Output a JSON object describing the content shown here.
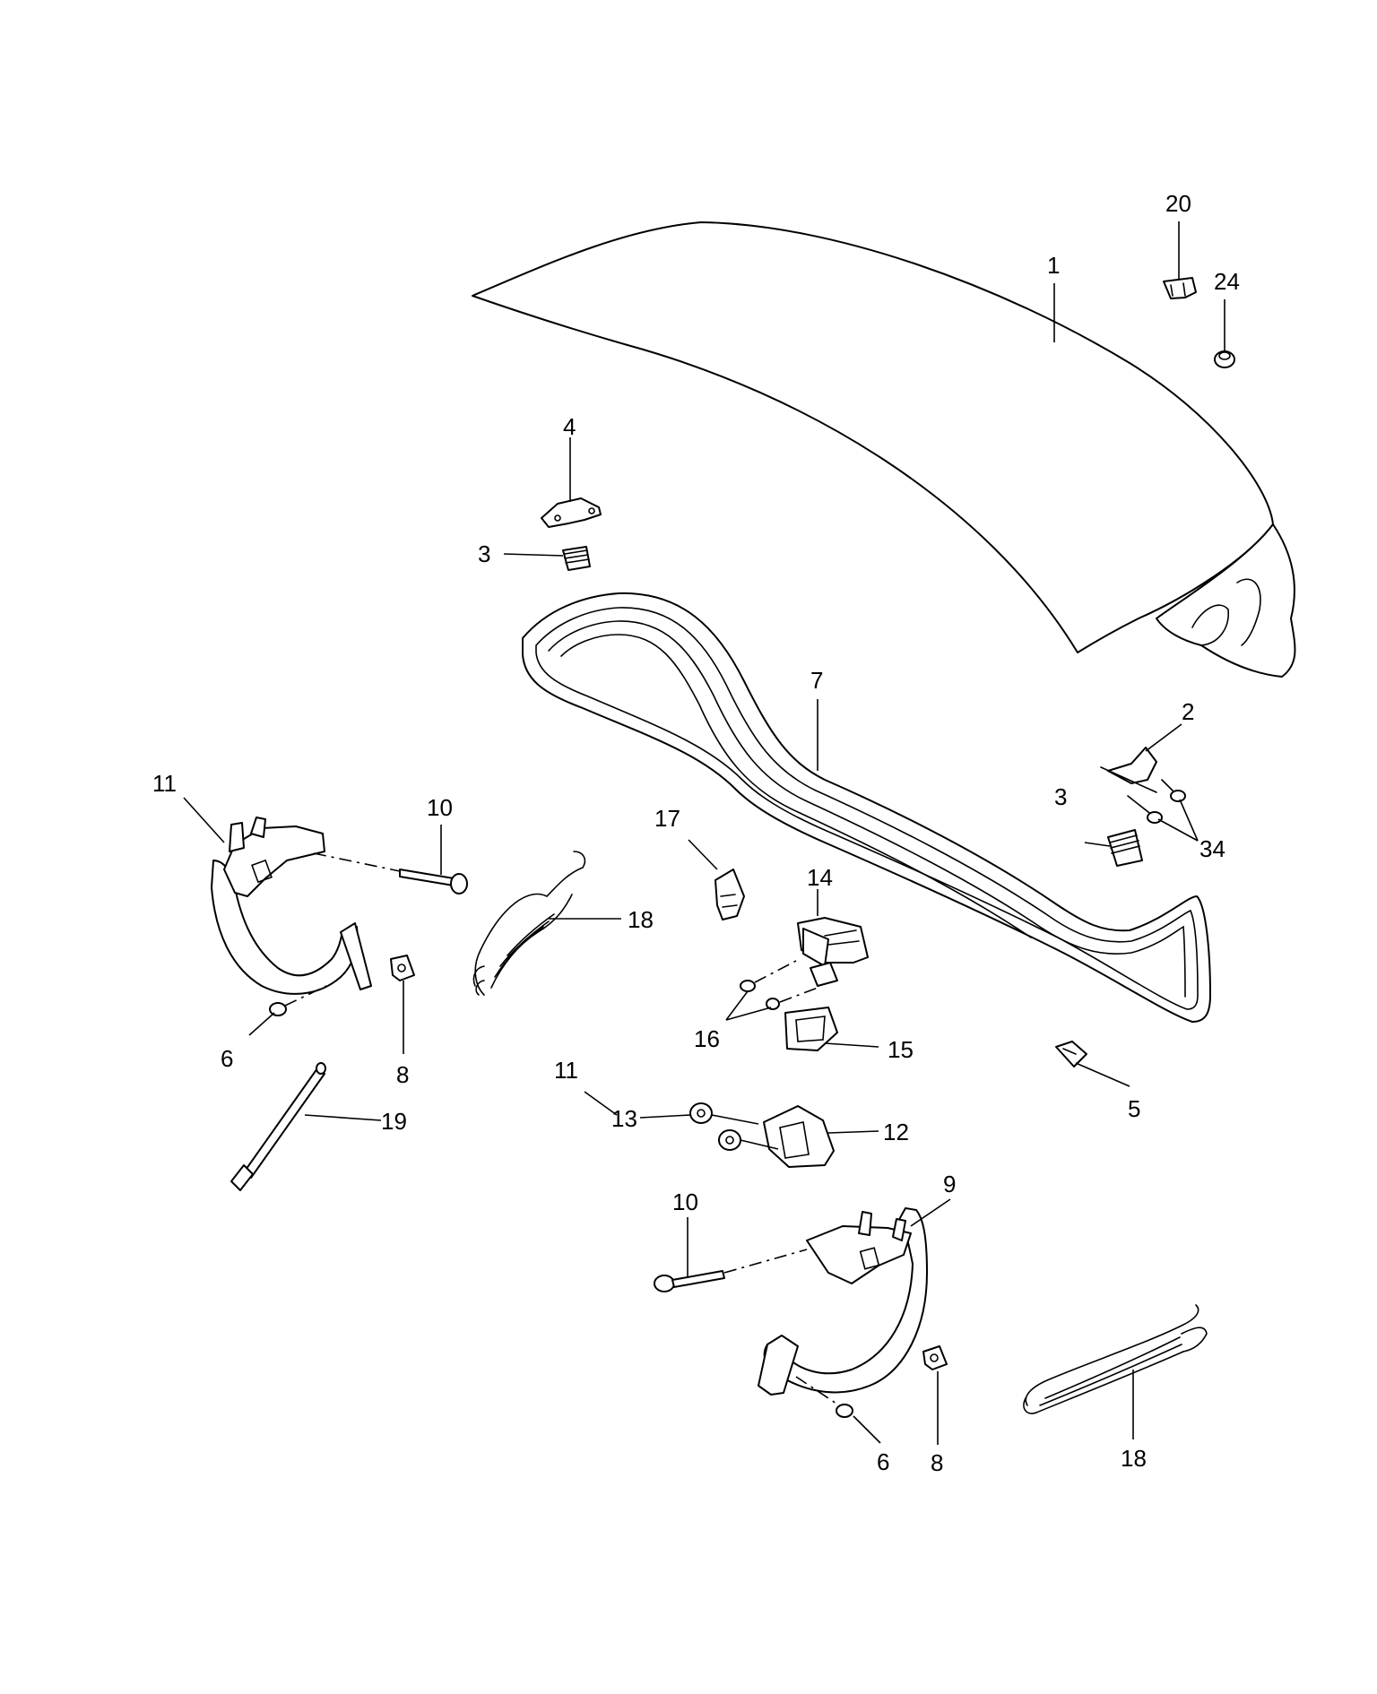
{
  "callouts": {
    "c1": "1",
    "c2": "2",
    "c3a": "3",
    "c3b": "3",
    "c4": "4",
    "c5": "5",
    "c6a": "6",
    "c6b": "6",
    "c7": "7",
    "c8a": "8",
    "c8b": "8",
    "c9": "9",
    "c10a": "10",
    "c10b": "10",
    "c11a": "11",
    "c11b": "11",
    "c12": "12",
    "c13": "13",
    "c14": "14",
    "c15": "15",
    "c16": "16",
    "c17": "17",
    "c18a": "18",
    "c18b": "18",
    "c19": "19",
    "c20": "20",
    "c24": "24",
    "c34": "34"
  },
  "colors": {
    "line": "#000000",
    "background": "#ffffff"
  }
}
